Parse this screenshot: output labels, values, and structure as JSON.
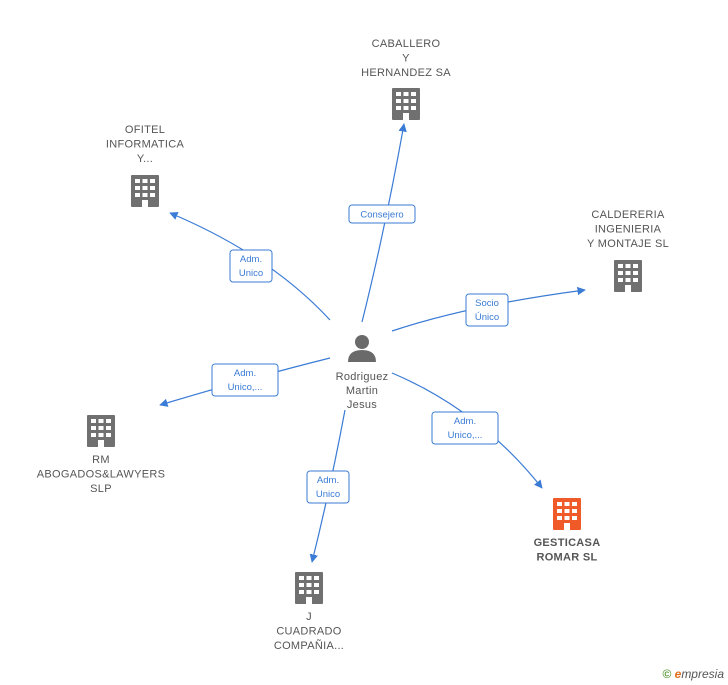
{
  "colors": {
    "edge": "#3a7bd5",
    "company": "#707070",
    "highlight": "#f05a28",
    "person": "#6a6a6a",
    "text": "#555555"
  },
  "center": {
    "name_lines": [
      "Rodriguez",
      "Martin",
      "Jesus"
    ],
    "icon": "person-icon"
  },
  "nodes": [
    {
      "id": "caballero",
      "lines": [
        "CABALLERO",
        "Y",
        "HERNANDEZ SA"
      ],
      "icon": "building-icon",
      "highlight": false
    },
    {
      "id": "ofitel",
      "lines": [
        "OFITEL",
        "INFORMATICA",
        "Y..."
      ],
      "icon": "building-icon",
      "highlight": false
    },
    {
      "id": "caldereria",
      "lines": [
        "CALDERERIA",
        "INGENIERIA",
        "Y MONTAJE  SL"
      ],
      "icon": "building-icon",
      "highlight": false
    },
    {
      "id": "rm",
      "lines": [
        "RM",
        "ABOGADOS&LAWYERS",
        "SLP"
      ],
      "icon": "building-icon",
      "highlight": false
    },
    {
      "id": "gesticasa",
      "lines": [
        "GESTICASA",
        "ROMAR  SL"
      ],
      "icon": "building-icon",
      "highlight": true
    },
    {
      "id": "jcuadrado",
      "lines": [
        "J",
        "CUADRADO",
        "COMPAÑIA..."
      ],
      "icon": "building-icon",
      "highlight": false
    }
  ],
  "edges": [
    {
      "to": "caballero",
      "label_lines": [
        "Consejero"
      ]
    },
    {
      "to": "ofitel",
      "label_lines": [
        "Adm.",
        "Unico"
      ]
    },
    {
      "to": "caldereria",
      "label_lines": [
        "Socio",
        "Único"
      ]
    },
    {
      "to": "rm",
      "label_lines": [
        "Adm.",
        "Unico,..."
      ]
    },
    {
      "to": "gesticasa",
      "label_lines": [
        "Adm.",
        "Unico,..."
      ]
    },
    {
      "to": "jcuadrado",
      "label_lines": [
        "Adm.",
        "Unico"
      ]
    }
  ],
  "footer": {
    "copyright": "©",
    "brand_e": "e",
    "brand_rest": "mpresia"
  }
}
